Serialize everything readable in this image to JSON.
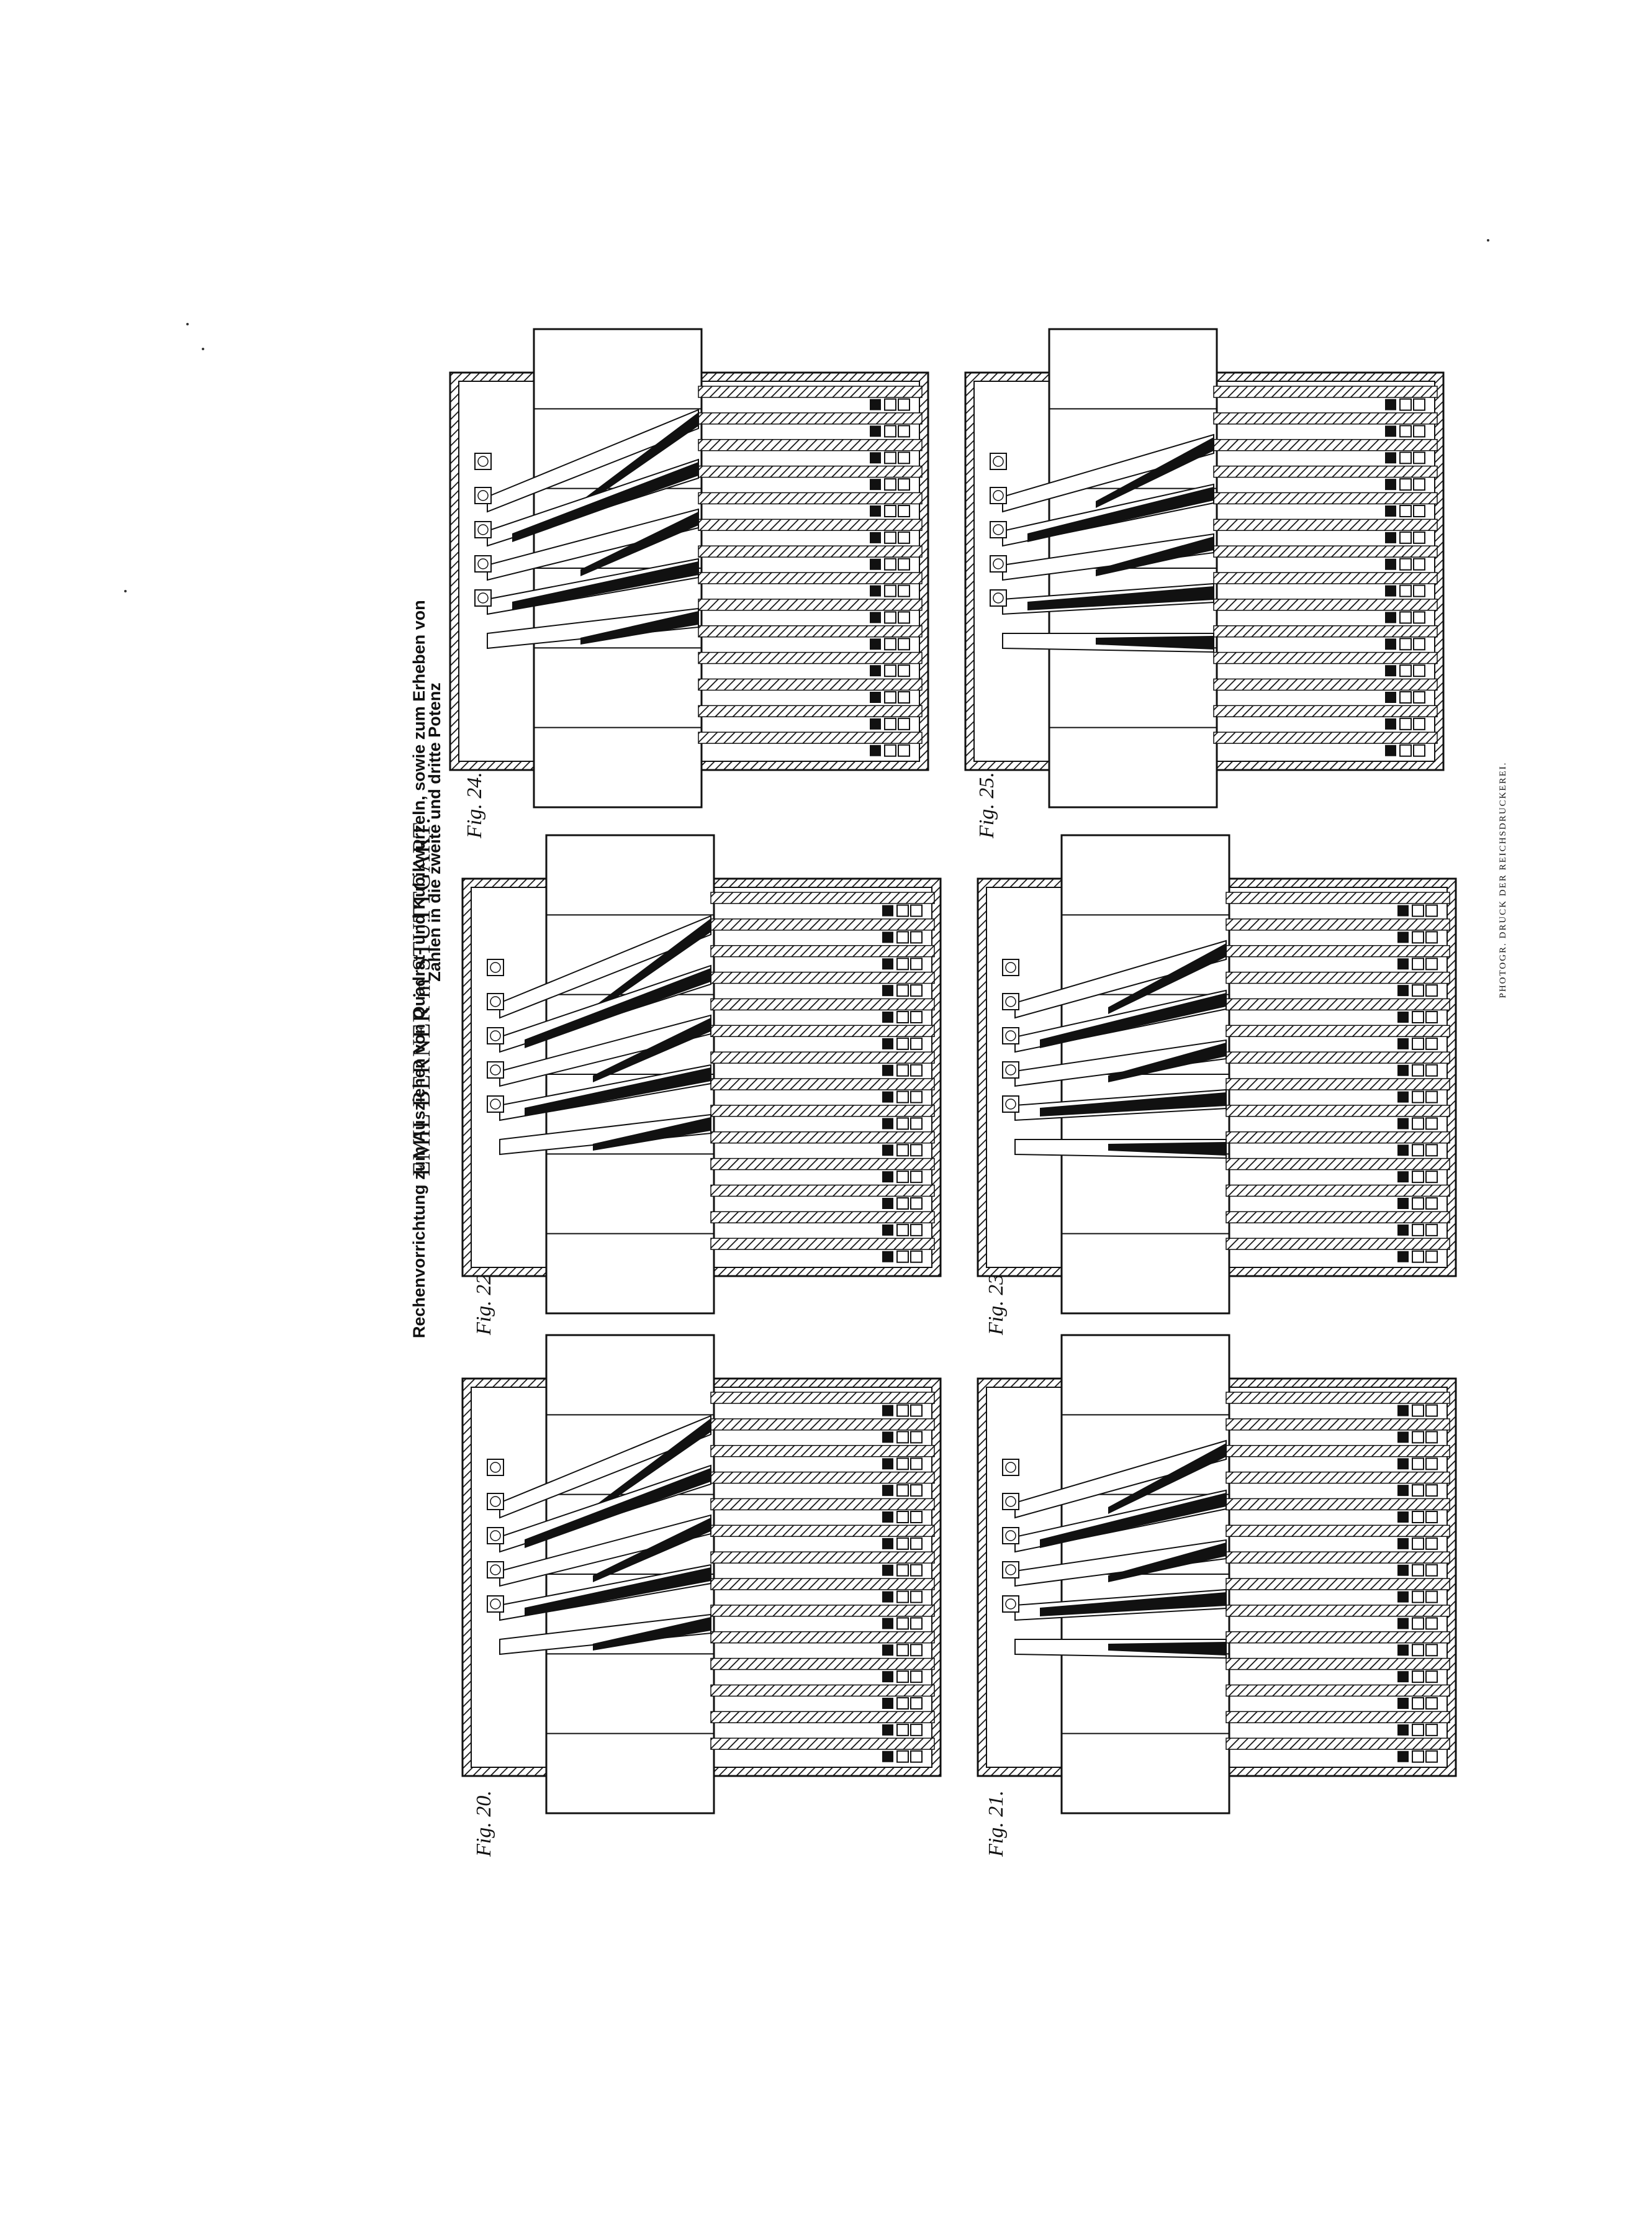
{
  "header": {
    "title": "EMIL BERNER in STUTTGART.",
    "subtitle_line1": "Rechenvorrichtung zum Ausziehen von Quadrat- und Kubikwurzeln, sowie zum Erheben von",
    "subtitle_line2": "Zahlen in die zweite und dritte Potenz"
  },
  "figures": [
    {
      "id": "fig20",
      "label": "Fig. 20."
    },
    {
      "id": "fig21",
      "label": "Fig. 21."
    },
    {
      "id": "fig22",
      "label": "Fig. 22."
    },
    {
      "id": "fig23",
      "label": "Fig. 23."
    },
    {
      "id": "fig24",
      "label": "Fig. 24."
    },
    {
      "id": "fig25",
      "label": "Fig. 25."
    }
  ],
  "footer": {
    "credit": "PHOTOGR. DRUCK DER REICHSDRUCKEREI."
  }
}
